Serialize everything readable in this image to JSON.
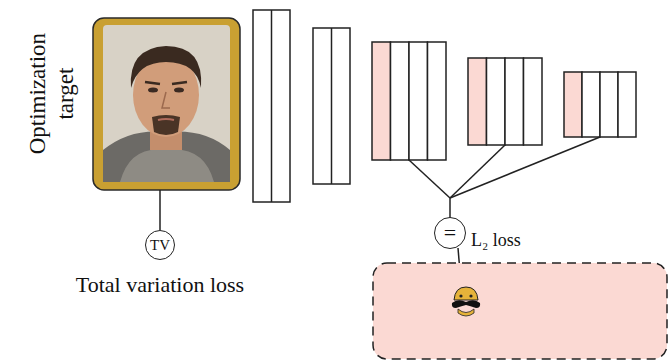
{
  "diagram": {
    "nodes": [
      {
        "text": [
          "TV"
        ]
      },
      {
        "text": [
          "="
        ]
      }
    ],
    "labels": [
      "Optimization target",
      "Total variation loss",
      "L₂ loss"
    ]
  }
}
